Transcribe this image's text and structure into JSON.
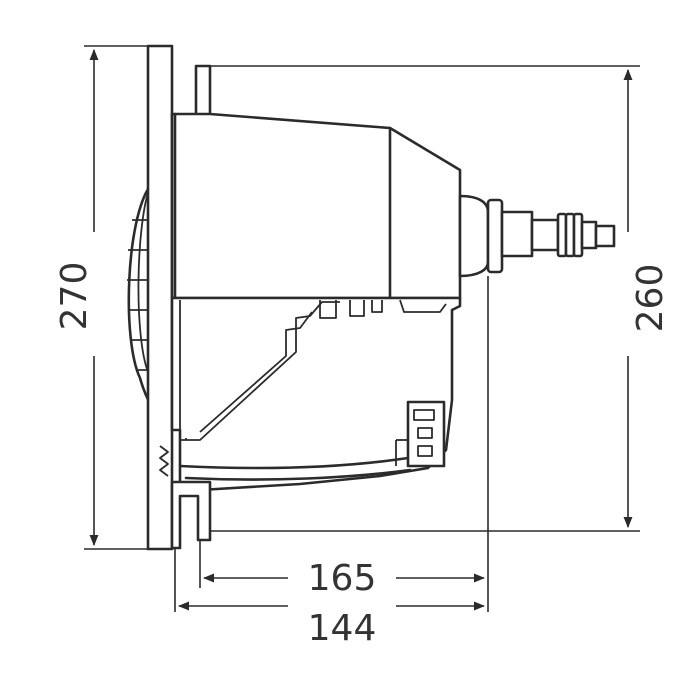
{
  "dimensions": {
    "flange_height": "270",
    "body_height": "260",
    "total_depth": "165",
    "niche_depth": "144"
  }
}
